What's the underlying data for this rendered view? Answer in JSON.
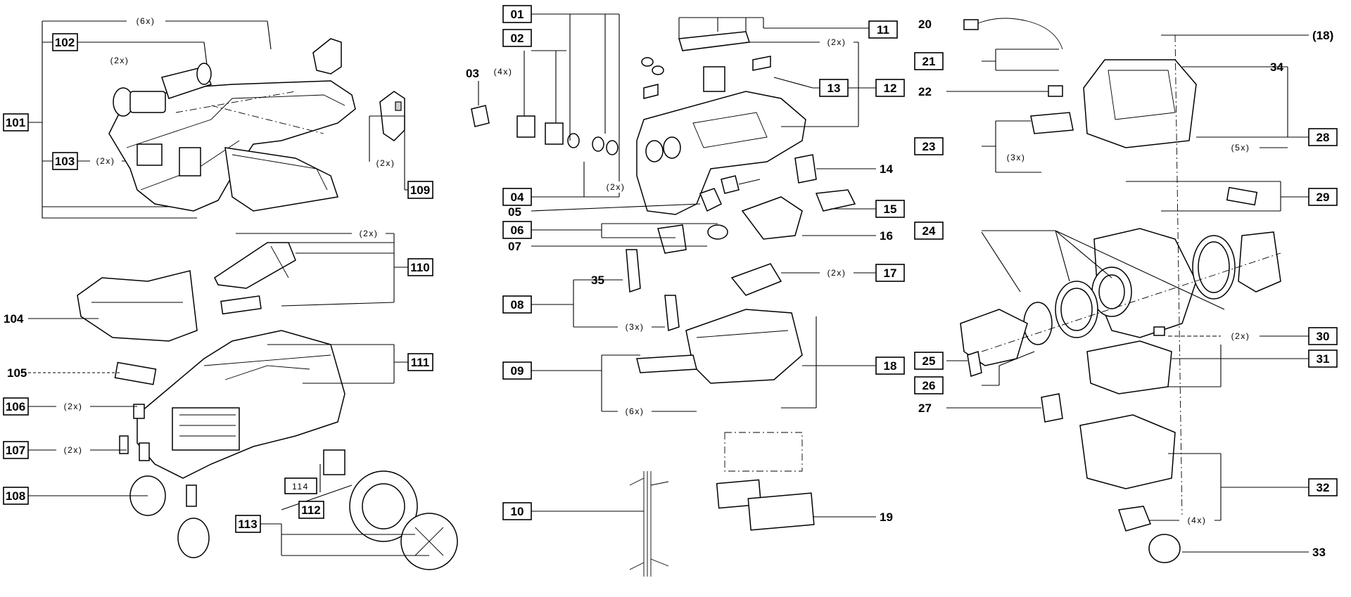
{
  "labels": {
    "p01": "01",
    "p02": "02",
    "p03": "03",
    "p04": "04",
    "p05": "05",
    "p06": "06",
    "p07": "07",
    "p08": "08",
    "p09": "09",
    "p10": "10",
    "p11": "11",
    "p12": "12",
    "p13": "13",
    "p14": "14",
    "p15": "15",
    "p16": "16",
    "p17": "17",
    "p18": "18",
    "p19": "19",
    "p20": "20",
    "p21": "21",
    "p22": "22",
    "p23": "23",
    "p24": "24",
    "p25": "25",
    "p26": "26",
    "p27": "27",
    "p28": "28",
    "p29": "29",
    "p30": "30",
    "p31": "31",
    "p32": "32",
    "p33": "33",
    "p34": "34",
    "p35": "35",
    "p18b": "(18)",
    "p101": "101",
    "p102": "102",
    "p103": "103",
    "p104": "104",
    "p105": "105",
    "p106": "106",
    "p107": "107",
    "p108": "108",
    "p109": "109",
    "p110": "110",
    "p111": "111",
    "p112": "112",
    "p113": "113",
    "p114": "114"
  },
  "quantities": {
    "q6x_top": "(6x)",
    "q2x_102": "(2x)",
    "q2x_103": "(2x)",
    "q2x_109": "(2x)",
    "q2x_110": "(2x)",
    "q2x_106": "(2x)",
    "q2x_107": "(2x)",
    "q4x_03": "(4x)",
    "q2x_04": "(2x)",
    "q2x_12": "(2x)",
    "q3x_08": "(3x)",
    "q6x_09": "(6x)",
    "q2x_17": "(2x)",
    "q3x_23": "(3x)",
    "q5x_28": "(5x)",
    "q2x_30": "(2x)",
    "q4x_32": "(4x)"
  }
}
